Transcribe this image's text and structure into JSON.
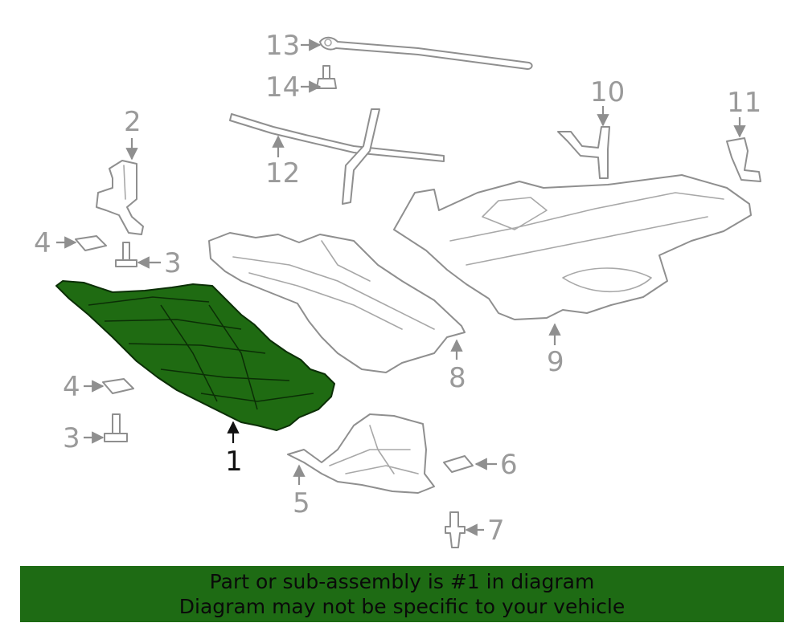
{
  "callouts": {
    "c1": "1",
    "c2": "2",
    "c3a": "3",
    "c3b": "3",
    "c4a": "4",
    "c4b": "4",
    "c5": "5",
    "c6": "6",
    "c7": "7",
    "c8": "8",
    "c9": "9",
    "c10": "10",
    "c11": "11",
    "c12": "12",
    "c13": "13",
    "c14": "14"
  },
  "banner": {
    "line1": "Part or sub-assembly is #1 in diagram",
    "line2": "Diagram may not be specific to your vehicle",
    "background": "#1e6b14"
  },
  "colors": {
    "highlight_part": "#1f6b12",
    "outline": "#8f8f8f",
    "callout_text": "#9a9a9a",
    "primary_callout": "#111111"
  }
}
